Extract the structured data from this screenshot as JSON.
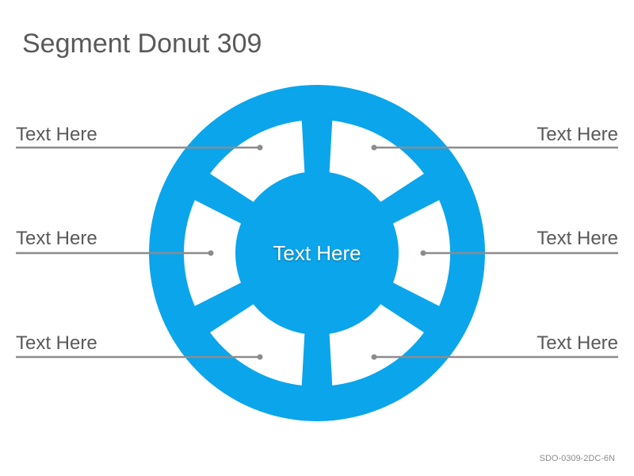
{
  "title": "Segment Donut 309",
  "center_label": "Text Here",
  "labels": {
    "left_top": "Text Here",
    "left_middle": "Text Here",
    "left_bottom": "Text Here",
    "right_top": "Text Here",
    "right_middle": "Text Here",
    "right_bottom": "Text Here"
  },
  "footer_code": "SDO-0309-2DC-6N",
  "colors": {
    "accent": "#0BA5EC",
    "segment_fill": "#FFFFFF",
    "line": "#8C8C8C",
    "text": "#595959"
  }
}
